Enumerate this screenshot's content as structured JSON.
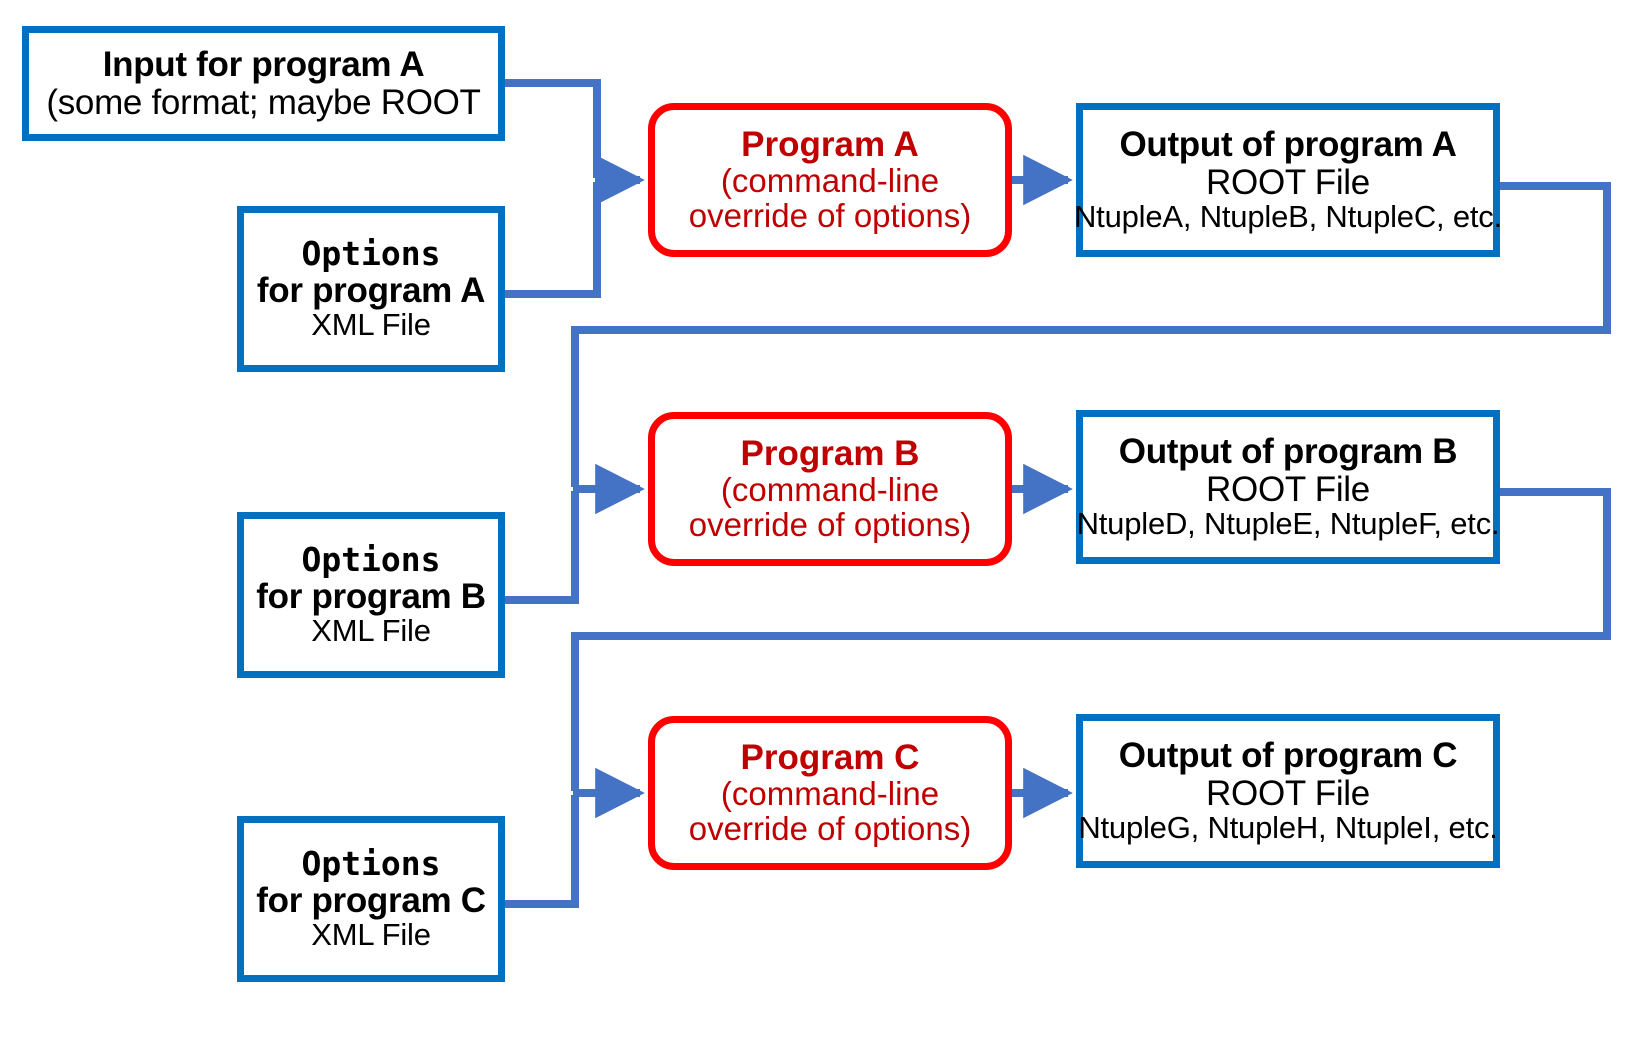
{
  "diagram": {
    "title": "Program A / B / C data-flow pipeline",
    "colors": {
      "box_border_blue": "#0070C0",
      "box_border_red": "#FF0000",
      "program_text_red": "#C00000",
      "connector_blue": "#4472C4",
      "text_black": "#000000",
      "background": "#FFFFFF"
    },
    "nodes": {
      "input_a": {
        "kind": "blue-box",
        "line1": "Input for program A",
        "line2": "(some format; maybe ROOT"
      },
      "options_a": {
        "kind": "blue-box",
        "line1": "Options",
        "line2": "for program A",
        "line3": "XML File"
      },
      "options_b": {
        "kind": "blue-box",
        "line1": "Options",
        "line2": "for program B",
        "line3": "XML File"
      },
      "options_c": {
        "kind": "blue-box",
        "line1": "Options",
        "line2": "for program C",
        "line3": "XML File"
      },
      "program_a": {
        "kind": "red-rounded-box",
        "line1": "Program A",
        "line2": "(command-line",
        "line3": "override of options)"
      },
      "program_b": {
        "kind": "red-rounded-box",
        "line1": "Program B",
        "line2": "(command-line",
        "line3": "override of options)"
      },
      "program_c": {
        "kind": "red-rounded-box",
        "line1": "Program C",
        "line2": "(command-line",
        "line3": "override of options)"
      },
      "output_a": {
        "kind": "blue-box",
        "line1": "Output of program A",
        "line2": "ROOT File",
        "line3": "NtupleA, NtupleB, NtupleC, etc."
      },
      "output_b": {
        "kind": "blue-box",
        "line1": "Output of program B",
        "line2": "ROOT File",
        "line3": "NtupleD, NtupleE, NtupleF, etc."
      },
      "output_c": {
        "kind": "blue-box",
        "line1": "Output of program C",
        "line2": "ROOT File",
        "line3": "NtupleG, NtupleH, NtupleI, etc."
      }
    },
    "connectors": [
      {
        "name": "input-a-to-program-a",
        "from": "input_a",
        "to": "program_a",
        "arrow": true
      },
      {
        "name": "options-a-to-program-a",
        "from": "options_a",
        "to": "program_a",
        "arrow": true
      },
      {
        "name": "program-a-to-output-a",
        "from": "program_a",
        "to": "output_a",
        "arrow": true
      },
      {
        "name": "output-a-to-program-b",
        "from": "output_a",
        "to": "program_b",
        "arrow": true
      },
      {
        "name": "options-b-to-program-b",
        "from": "options_b",
        "to": "program_b",
        "arrow": true
      },
      {
        "name": "program-b-to-output-b",
        "from": "program_b",
        "to": "output_b",
        "arrow": true
      },
      {
        "name": "output-b-to-program-c",
        "from": "output_b",
        "to": "program_c",
        "arrow": true
      },
      {
        "name": "options-c-to-program-c",
        "from": "options_c",
        "to": "program_c",
        "arrow": true
      },
      {
        "name": "program-c-to-output-c",
        "from": "program_c",
        "to": "output_c",
        "arrow": true
      }
    ]
  }
}
